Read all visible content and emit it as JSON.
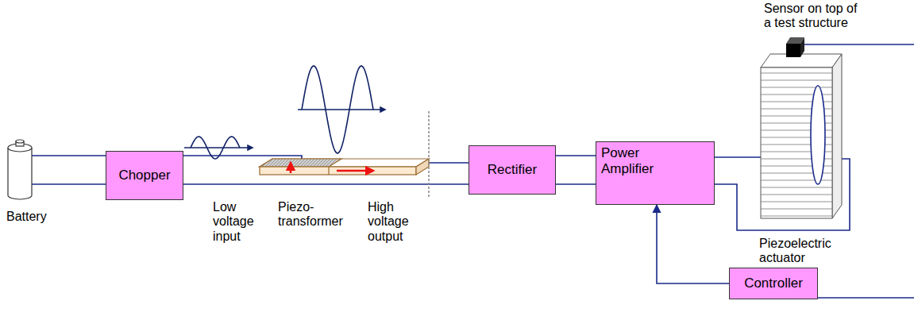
{
  "diagram": {
    "nodes": [
      {
        "text": [
          "Chopper"
        ]
      },
      {
        "text": [
          "Rectifier"
        ]
      },
      {
        "text": [
          "Power Amplifier"
        ]
      },
      {
        "text": [
          "Controller"
        ]
      }
    ],
    "edges": [
      {
        "from": 1,
        "to": 2,
        "arrow": "none"
      },
      {
        "from": 3,
        "to": 2,
        "arrow": "to"
      }
    ],
    "labels": [
      "Battery",
      "Low voltage input",
      "Piezo-transformer",
      "High voltage output",
      "Piezoelectric actuator",
      "Sensor on top of a test structure"
    ]
  }
}
